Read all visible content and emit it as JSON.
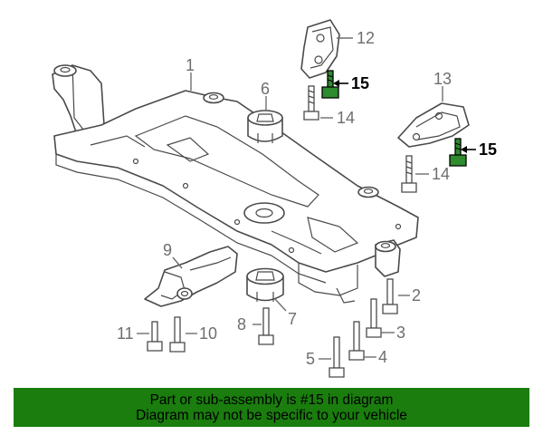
{
  "labels": {
    "p1": "1",
    "p2": "2",
    "p3": "3",
    "p4": "4",
    "p5": "5",
    "p6": "6",
    "p7": "7",
    "p8": "8",
    "p9": "9",
    "p10": "10",
    "p11": "11",
    "p12": "12",
    "p13": "13",
    "p14a": "14",
    "p14b": "14",
    "p15a": "15",
    "p15b": "15"
  },
  "highlight_part": "15",
  "colors": {
    "banner_bg": "#1a7d0e",
    "highlight_bolt": "#2e8b2e",
    "line": "#4a4a4a"
  },
  "banner": {
    "line1": "Part or sub-assembly is #15 in diagram",
    "line2": "Diagram may not be specific to your vehicle"
  }
}
